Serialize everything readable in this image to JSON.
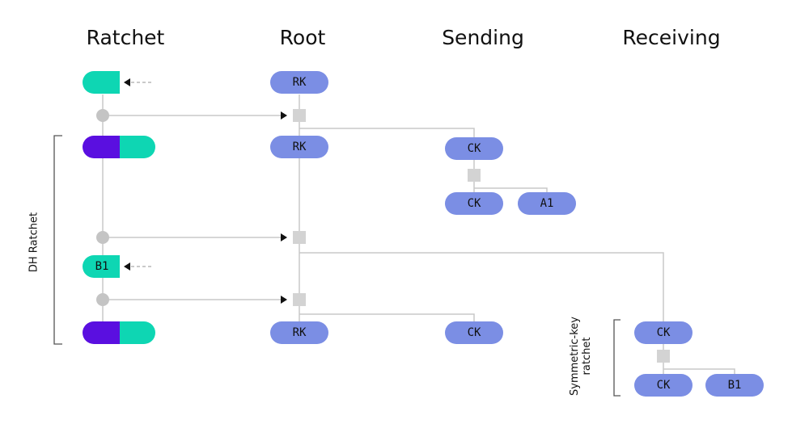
{
  "columns": {
    "ratchet": "Ratchet",
    "root": "Root",
    "sending": "Sending",
    "receiving": "Receiving"
  },
  "labels": {
    "dh_ratchet": "DH Ratchet",
    "symmetric_line1": "Symmetric-key",
    "symmetric_line2": "ratchet"
  },
  "keys": {
    "rk": "RK",
    "ck": "CK",
    "a1": "A1",
    "b1": "B1"
  },
  "colors": {
    "teal": "#0ed6b3",
    "purple": "#5a0fe0",
    "key_blue": "#7b8ee4",
    "kdf_gray": "#d3d3d3",
    "line_gray": "#c8c8c8",
    "circle_gray": "#c4c4c4",
    "arrow": "#111111"
  }
}
